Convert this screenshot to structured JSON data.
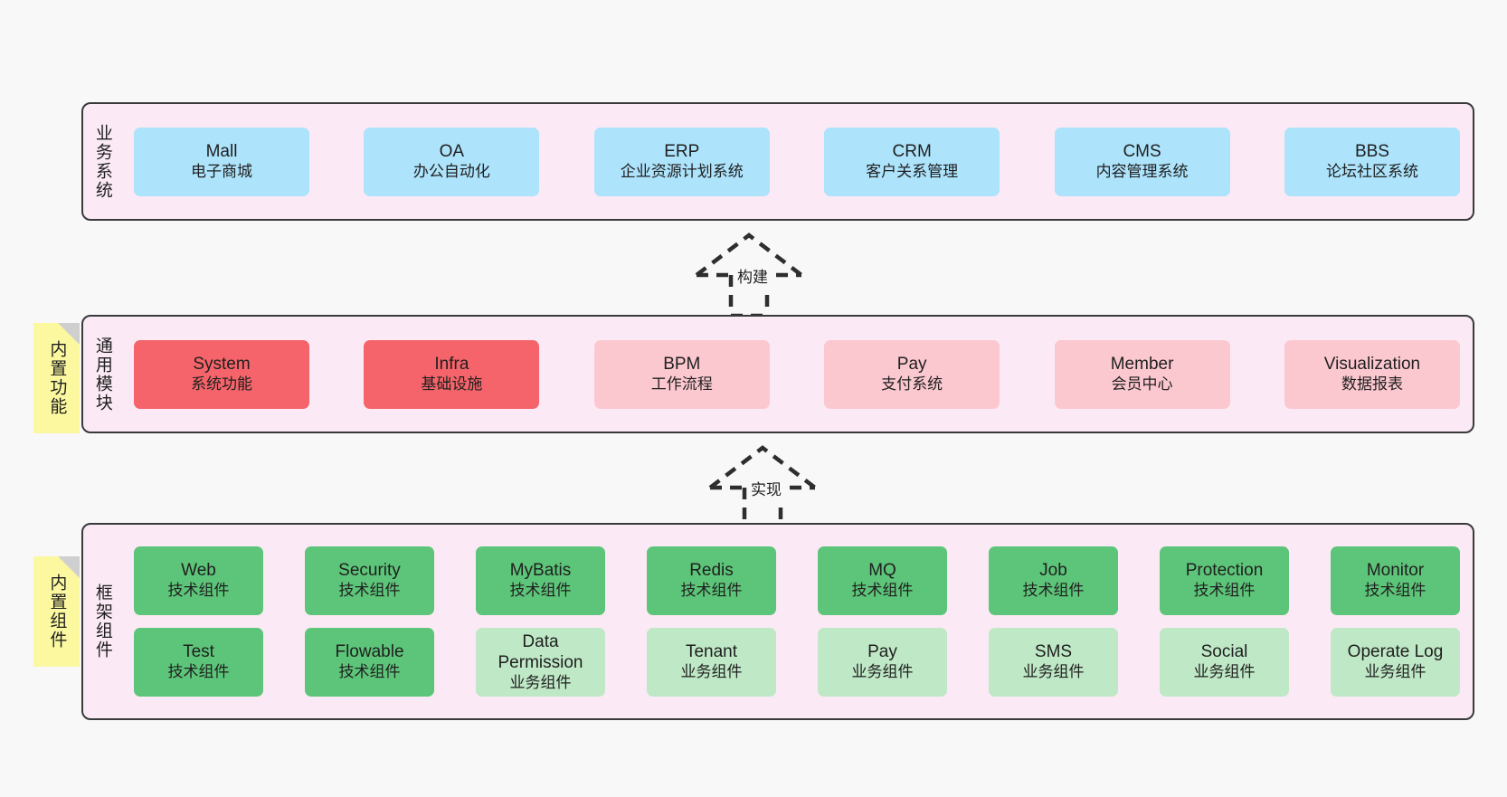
{
  "diagram": {
    "title_layers": [
      "业务系统",
      "通用模块",
      "框架组件"
    ]
  },
  "layers": {
    "business": {
      "label": "业务系统",
      "cards": [
        {
          "name": "Mall",
          "desc": "电子商城",
          "color": "#ade3fb"
        },
        {
          "name": "OA",
          "desc": "办公自动化",
          "color": "#ade3fb"
        },
        {
          "name": "ERP",
          "desc": "企业资源计划系统",
          "color": "#ade3fb"
        },
        {
          "name": "CRM",
          "desc": "客户关系管理",
          "color": "#ade3fb"
        },
        {
          "name": "CMS",
          "desc": "内容管理系统",
          "color": "#ade3fb"
        },
        {
          "name": "BBS",
          "desc": "论坛社区系统",
          "color": "#ade3fb"
        }
      ]
    },
    "common": {
      "label": "通用模块",
      "note": "内置功能",
      "cards": [
        {
          "name": "System",
          "desc": "系统功能",
          "color": "#f5646a"
        },
        {
          "name": "Infra",
          "desc": "基础设施",
          "color": "#f5646a"
        },
        {
          "name": "BPM",
          "desc": "工作流程",
          "color": "#fcc8d0"
        },
        {
          "name": "Pay",
          "desc": "支付系统",
          "color": "#fcc8d0"
        },
        {
          "name": "Member",
          "desc": "会员中心",
          "color": "#fcc8d0"
        },
        {
          "name": "Visualization",
          "desc": "数据报表",
          "color": "#fcc8d0"
        }
      ]
    },
    "framework": {
      "label": "框架组件",
      "note": "内置组件",
      "row1": [
        {
          "name": "Web",
          "desc": "技术组件",
          "color": "#5dc579"
        },
        {
          "name": "Security",
          "desc": "技术组件",
          "color": "#5dc579"
        },
        {
          "name": "MyBatis",
          "desc": "技术组件",
          "color": "#5dc579"
        },
        {
          "name": "Redis",
          "desc": "技术组件",
          "color": "#5dc579"
        },
        {
          "name": "MQ",
          "desc": "技术组件",
          "color": "#5dc579"
        },
        {
          "name": "Job",
          "desc": "技术组件",
          "color": "#5dc579"
        },
        {
          "name": "Protection",
          "desc": "技术组件",
          "color": "#5dc579"
        },
        {
          "name": "Monitor",
          "desc": "技术组件",
          "color": "#5dc579"
        }
      ],
      "row2": [
        {
          "name": "Test",
          "desc": "技术组件",
          "color": "#5dc579"
        },
        {
          "name": "Flowable",
          "desc": "技术组件",
          "color": "#5dc579"
        },
        {
          "name": "Data Permission",
          "desc": "业务组件",
          "color": "#bfe8c6"
        },
        {
          "name": "Tenant",
          "desc": "业务组件",
          "color": "#bfe8c6"
        },
        {
          "name": "Pay",
          "desc": "业务组件",
          "color": "#bfe8c6"
        },
        {
          "name": "SMS",
          "desc": "业务组件",
          "color": "#bfe8c6"
        },
        {
          "name": "Social",
          "desc": "业务组件",
          "color": "#bfe8c6"
        },
        {
          "name": "Operate Log",
          "desc": "业务组件",
          "color": "#bfe8c6"
        }
      ]
    }
  },
  "connectors": [
    {
      "label": "构建",
      "from": "通用模块",
      "to": "业务系统"
    },
    {
      "label": "实现",
      "from": "框架组件",
      "to": "通用模块"
    }
  ],
  "colors": {
    "canvas_bg": "#f8f8f8",
    "layer_bg": "#fbeaf5",
    "layer_border": "#3a3a3a",
    "note_bg": "#fbf8a0",
    "note_fold": "#cfcfcf",
    "blue": "#ade3fb",
    "red_strong": "#f5646a",
    "red_light": "#fcc8d0",
    "green_strong": "#5dc579",
    "green_light": "#bfe8c6",
    "text": "#1f1f1f"
  }
}
